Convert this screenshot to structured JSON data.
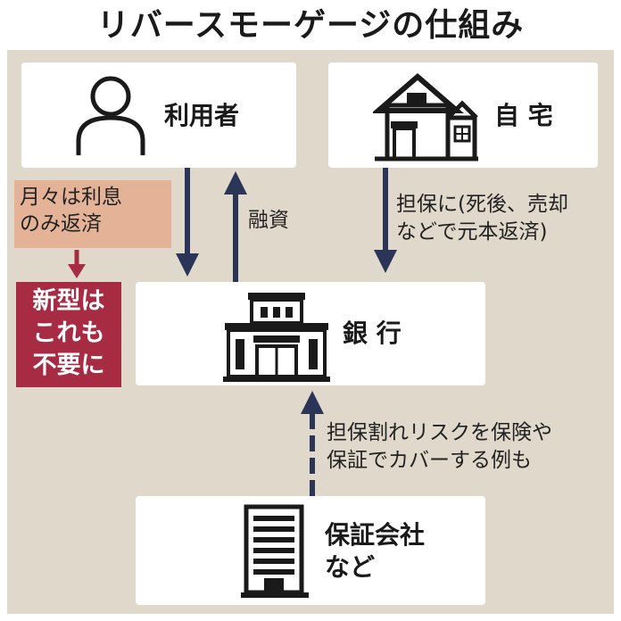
{
  "title": "リバースモーゲージの仕組み",
  "nodes": {
    "user": "利用者",
    "home": "自 宅",
    "bank": "銀 行",
    "guarantor": "保証会社\nなど"
  },
  "edges": {
    "user_to_bank_note": "月々は利息\nのみ返済",
    "bank_to_user_label": "融資",
    "home_to_bank_label": "担保に(死後、売却\nなどで元本返済)",
    "guarantor_to_bank_label": "担保割れリスクを保険や\n保証でカバーする例も"
  },
  "callout": "新型は\nこれも\n不要に",
  "colors": {
    "panel": "#e0d9cb",
    "arrow": "#2b3557",
    "note_bg": "#e4b397",
    "callout_bg": "#a72c43",
    "callout_arrow": "#a72c43"
  },
  "icons": [
    "person-icon",
    "house-icon",
    "bank-building-icon",
    "office-building-icon"
  ]
}
